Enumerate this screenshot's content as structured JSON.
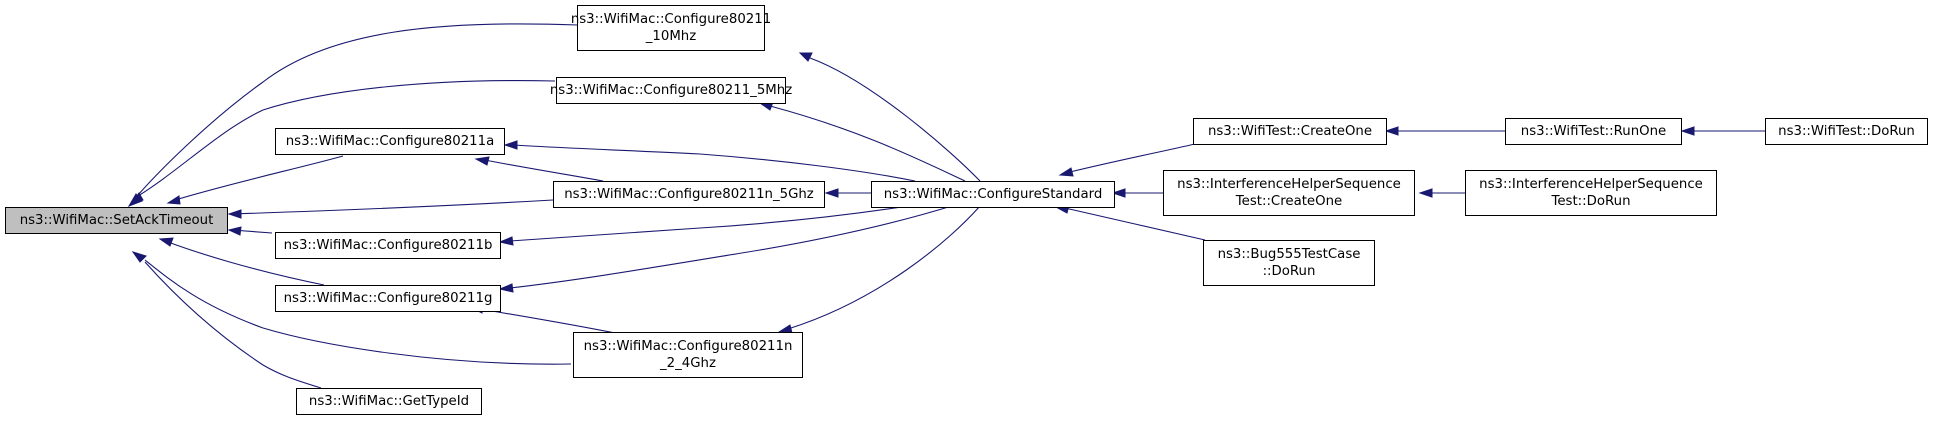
{
  "colors": {
    "edge": "#191970",
    "highlight_fill": "#bfbfbf",
    "node_border": "#000000"
  },
  "nodes": {
    "set_ack_timeout": "ns3::WifiMac::SetAckTimeout",
    "configure_80211_10mhz": "ns3::WifiMac::Configure80211\n_10Mhz",
    "configure_80211_5mhz": "ns3::WifiMac::Configure80211_5Mhz",
    "configure_80211a": "ns3::WifiMac::Configure80211a",
    "configure_80211n_5ghz": "ns3::WifiMac::Configure80211n_5Ghz",
    "configure_80211b": "ns3::WifiMac::Configure80211b",
    "configure_80211g": "ns3::WifiMac::Configure80211g",
    "configure_80211n_2_4ghz": "ns3::WifiMac::Configure80211n\n_2_4Ghz",
    "get_type_id": "ns3::WifiMac::GetTypeId",
    "configure_standard": "ns3::WifiMac::ConfigureStandard",
    "wifitest_create_one": "ns3::WifiTest::CreateOne",
    "wifitest_run_one": "ns3::WifiTest::RunOne",
    "wifitest_do_run": "ns3::WifiTest::DoRun",
    "interference_create_one": "ns3::InterferenceHelperSequence\nTest::CreateOne",
    "interference_do_run": "ns3::InterferenceHelperSequence\nTest::DoRun",
    "bug555_do_run": "ns3::Bug555TestCase\n::DoRun"
  }
}
